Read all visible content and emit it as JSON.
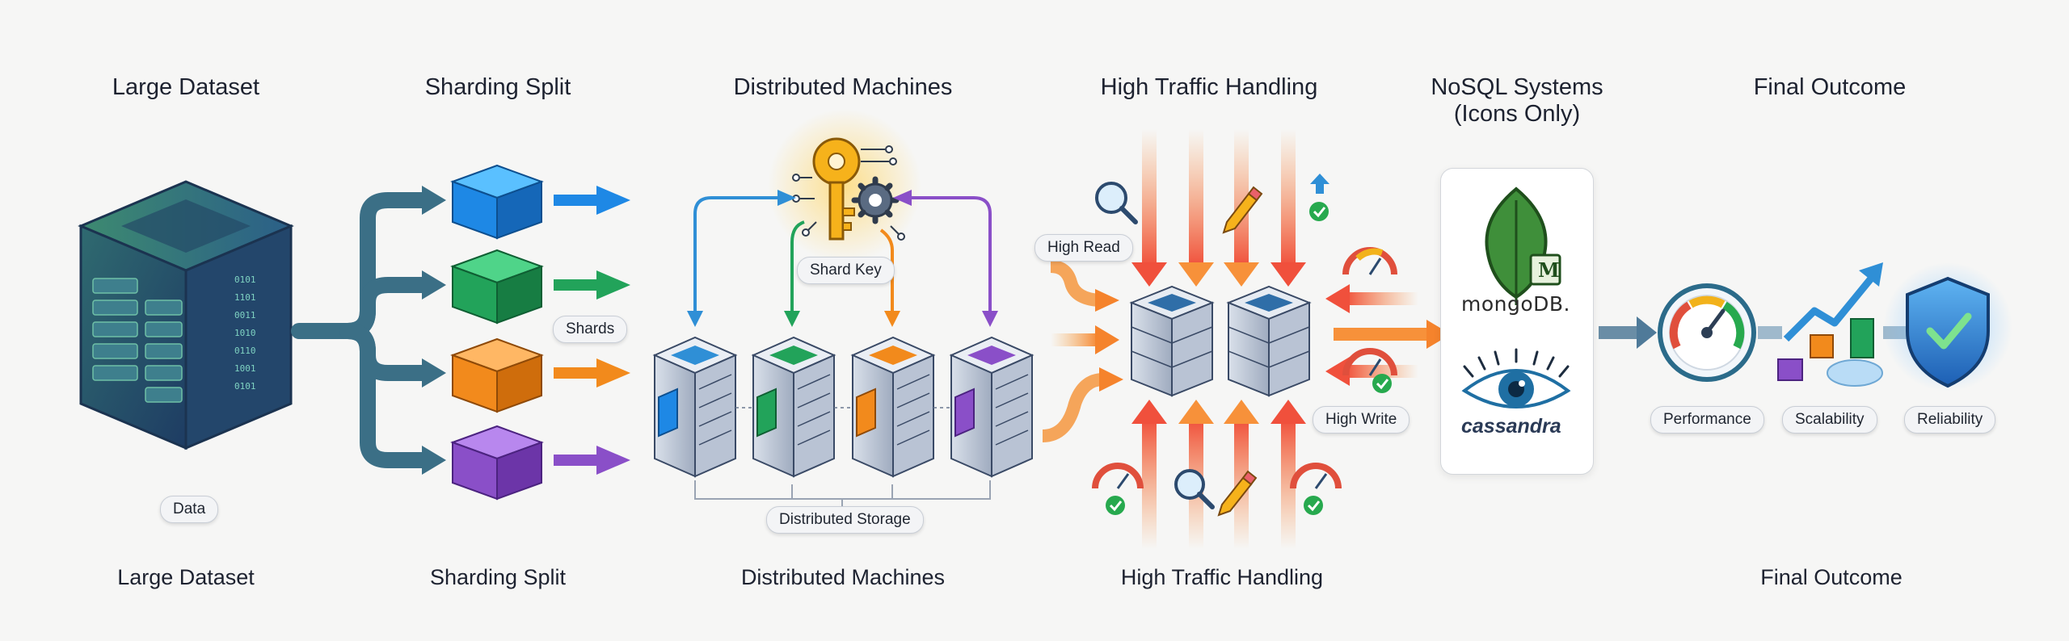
{
  "stages": [
    {
      "title": "Large Dataset",
      "footer": "Large Dataset"
    },
    {
      "title": "Sharding Split",
      "footer": "Sharding Split"
    },
    {
      "title": "Distributed Machines",
      "footer": "Distributed Machines"
    },
    {
      "title": "High Traffic Handling",
      "footer": "High Traffic Handling"
    },
    {
      "title": "NoSQL Systems\n(Icons Only)",
      "footer": ""
    },
    {
      "title": "Final Outcome",
      "footer": "Final Outcome"
    }
  ],
  "labels": {
    "data": "Data",
    "shards": "Shards",
    "shard_key": "Shard Key",
    "distributed_storage": "Distributed Storage",
    "high_read": "High Read",
    "high_write": "High Write",
    "performance": "Performance",
    "scalability": "Scalability",
    "reliability": "Reliability"
  },
  "nosql": {
    "mongo_logo_letter": "M",
    "mongo_wordmark": "mongoDB.",
    "cassandra_wordmark": "cassandra"
  },
  "colors": {
    "blue": "#1e88e5",
    "green": "#22a35a",
    "orange": "#f28a1c",
    "purple": "#8a4fc8",
    "teal_arrow": "#3b6f86",
    "traffic_red": "#f0503c",
    "traffic_orange": "#f7913a",
    "shield": "#2a86d8",
    "mongo_green": "#3f8f3a",
    "cassandra_blue": "#1f6fa3"
  }
}
